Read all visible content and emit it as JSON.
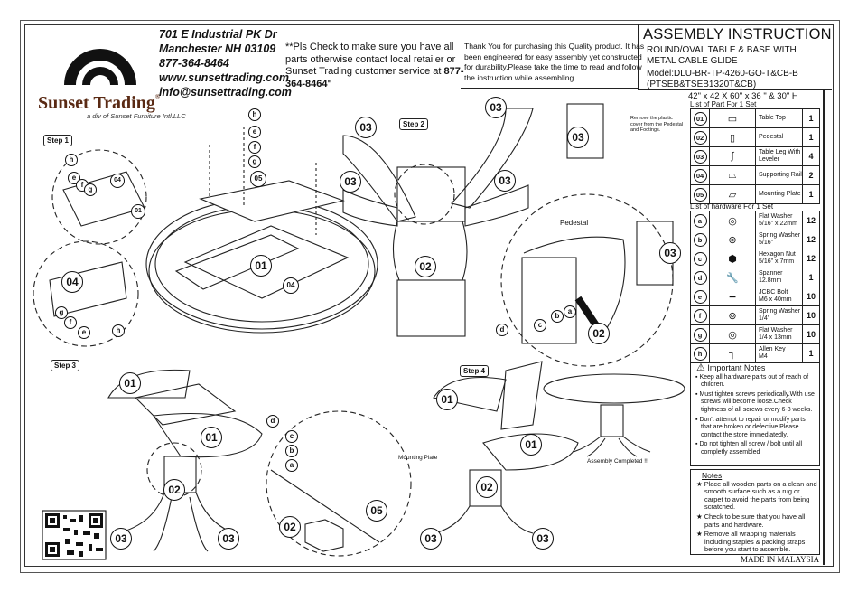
{
  "company": {
    "address_line1": "701 E Industrial PK Dr",
    "address_line2": "Manchester NH 03109",
    "phone": "877-364-8464",
    "website": "www.sunsettrading.com",
    "email": "info@sunsettrading.com",
    "brand_name": "Sunset Trading",
    "brand_mark": "®",
    "division": "a div of Sunset Furniture Intl.LLC"
  },
  "check_notice": {
    "text": "**Pls Check to make sure you have all parts otherwise contact local retailer or Sunset Trading customer service at",
    "phone": "877-364-8464\""
  },
  "thanks_notice": "Thank You for purchasing this Quality product. It has been engineered for easy assembly yet constructed for durability.Please take the time to read and follow the instruction while assembling.",
  "header": {
    "title": "ASSEMBLY INSTRUCTION",
    "subtitle_line1": "ROUND/OVAL TABLE & BASE WITH",
    "subtitle_line2": "METAL CABLE GLIDE",
    "model_line1": "Model:DLU-BR-TP-4260-GO-T&CB-B",
    "model_line2": "(PTSEB&TSEB1320T&CB)",
    "dimensions": "42\" x 42 X 60\" x 36 \" & 30\" H"
  },
  "parts_list": {
    "heading": "List of Part For 1 Set",
    "items": [
      {
        "id": "01",
        "name": "Table Top",
        "qty": "1",
        "icon": "table-top-icon"
      },
      {
        "id": "02",
        "name": "Pedestal",
        "qty": "1",
        "icon": "pedestal-icon"
      },
      {
        "id": "03",
        "name": "Table Leg With Leveler",
        "qty": "4",
        "icon": "table-leg-icon"
      },
      {
        "id": "04",
        "name": "Supporting Rail",
        "qty": "2",
        "icon": "rail-icon"
      },
      {
        "id": "05",
        "name": "Mounting Plate",
        "qty": "1",
        "icon": "plate-icon"
      }
    ]
  },
  "hardware_list": {
    "heading": "List of hardware For 1 Set",
    "items": [
      {
        "id": "a",
        "name": "Flat Washer",
        "spec": "5/16\" x 22mm",
        "qty": "12",
        "icon": "flat-washer-icon"
      },
      {
        "id": "b",
        "name": "Spring Washer",
        "spec": "5/16\"",
        "qty": "12",
        "icon": "spring-washer-icon"
      },
      {
        "id": "c",
        "name": "Hexagon Nut",
        "spec": "5/16\" x 7mm",
        "qty": "12",
        "icon": "hex-nut-icon"
      },
      {
        "id": "d",
        "name": "Spanner",
        "spec": "12.8mm",
        "qty": "1",
        "icon": "spanner-icon"
      },
      {
        "id": "e",
        "name": "JCBC Bolt",
        "spec": "M6 x 40mm",
        "qty": "10",
        "icon": "bolt-icon"
      },
      {
        "id": "f",
        "name": "Spring Washer",
        "spec": "1/4\"",
        "qty": "10",
        "icon": "spring-washer-icon"
      },
      {
        "id": "g",
        "name": "Flat Washer",
        "spec": "1/4 x 13mm",
        "qty": "10",
        "icon": "flat-washer-icon"
      },
      {
        "id": "h",
        "name": "Allen Key",
        "spec": "M4",
        "qty": "1",
        "icon": "allen-key-icon"
      }
    ]
  },
  "important_notes": {
    "heading": "Important Notes",
    "items": [
      "Keep all hardware parts out of reach of children.",
      "Must tighten screws periodically.With use screws will become loose.Check tightness of all screws every 6-8 weeks.",
      "Don't attempt to repair or modify parts that are broken or defective.Please contact the store immediatedly.",
      "Do not tighten all screw / bolt until all completly assembled"
    ]
  },
  "notes": {
    "heading": "Notes",
    "items": [
      "Place all wooden parts on a clean and smooth surface such as a rug or carpet to avoid the parts from being scratched.",
      "Check to be sure that you have all parts and hardware.",
      "Remove all wrapping materials including staples & packing straps before you start to assemble."
    ]
  },
  "made_in": "MADE IN MALAYSIA",
  "steps": {
    "step1": "Step 1",
    "step2": "Step 2",
    "step3": "Step 3",
    "step4": "Step 4"
  },
  "callouts": {
    "remove_cover": "Remove the plastic cover from the Pedestal and Footings.",
    "pedestal": "Pedestal",
    "mounting_plate": "Mounting Plate",
    "assembly_completed": "Assembly Completed !!"
  },
  "diagram_labels": {
    "p01": "01",
    "p02": "02",
    "p03": "03",
    "p04": "04",
    "p05": "05",
    "a": "a",
    "b": "b",
    "c": "c",
    "d": "d",
    "e": "e",
    "f": "f",
    "g": "g",
    "h": "h"
  }
}
